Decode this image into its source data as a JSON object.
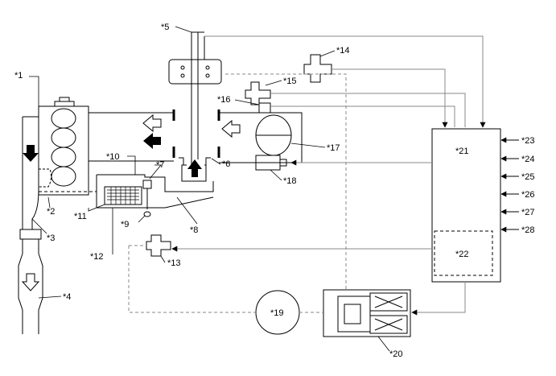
{
  "diagram": {
    "labels": {
      "l1": "*1",
      "l2": "*2",
      "l3": "*3",
      "l4": "*4",
      "l5": "*5",
      "l6": "*6",
      "l7": "*7",
      "l8": "*8",
      "l9": "*9",
      "l10": "*10",
      "l11": "*11",
      "l12": "*12",
      "l13": "*13",
      "l14": "*14",
      "l15": "*15",
      "l16": "*16",
      "l17": "*17",
      "l18": "*18",
      "l19": "*19",
      "l20": "*20",
      "l21": "*21",
      "l22": "*22",
      "l23": "*23",
      "l24": "*24",
      "l25": "*25",
      "l26": "*26",
      "l27": "*27",
      "l28": "*28"
    },
    "colors": {
      "line": "#000000",
      "background": "#ffffff",
      "dashed": "#888888",
      "connector": "#888888"
    }
  }
}
